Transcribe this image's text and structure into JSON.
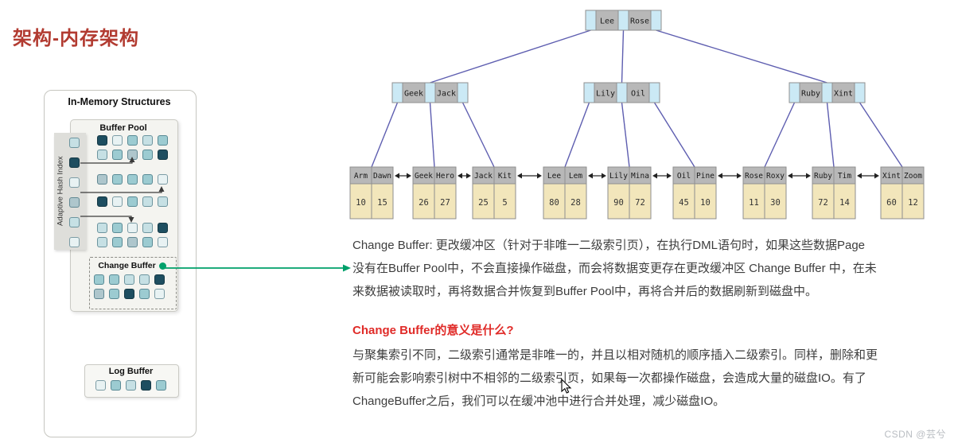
{
  "page": {
    "title": "架构-内存架构",
    "watermark": "CSDN @芸兮"
  },
  "colors": {
    "title-red": "#b23b31",
    "heading-red": "#e02b28",
    "body-text": "#3d3d3d",
    "accent-green": "#00a06a",
    "edge-purple": "#5e5eb0",
    "pointer-cell": "#cbe9f5",
    "key-cell": "#b8b8b8",
    "leaf-cell": "#f2e6bb",
    "watermark": "#b9bdc2",
    "sq-d": "#1e4e60",
    "sq-m": "#9ccbd1",
    "sq-l": "#c6e0e4",
    "sq-p": "#e8f2f3",
    "sq-g": "#aec6cc"
  },
  "memory_panel": {
    "title": "In-Memory Structures",
    "buffer_pool": {
      "label": "Buffer Pool",
      "rows": [
        [
          "d",
          "p",
          "m",
          "l",
          "m"
        ],
        [
          "l",
          "m",
          "g",
          "m",
          "d"
        ],
        [
          "g",
          "m",
          "m",
          "m",
          "p"
        ],
        [
          "d",
          "p",
          "m",
          "l",
          "l"
        ],
        [
          "l",
          "m",
          "p",
          "l",
          "d"
        ],
        [
          "l",
          "m",
          "g",
          "m",
          "p"
        ]
      ]
    },
    "adaptive_hash_index": {
      "label": "Adaptive Hash Index",
      "cells": [
        "l",
        "d",
        "p",
        "g",
        "l",
        "p"
      ]
    },
    "change_buffer": {
      "label": "Change Buffer",
      "rows": [
        [
          "m",
          "m",
          "l",
          "l",
          "d"
        ],
        [
          "g",
          "m",
          "d",
          "m",
          "p"
        ]
      ]
    },
    "log_buffer": {
      "label": "Log Buffer",
      "rows": [
        [
          "p",
          "m",
          "l",
          "d",
          "m"
        ]
      ]
    }
  },
  "tree": {
    "internal_nodes": [
      {
        "id": "root",
        "keys": [
          "Lee",
          "Rose"
        ]
      },
      {
        "id": "left",
        "keys": [
          "Geek",
          "Jack"
        ]
      },
      {
        "id": "middle",
        "keys": [
          "Lily",
          "Oil"
        ]
      },
      {
        "id": "right",
        "keys": [
          "Ruby",
          "Xint"
        ]
      }
    ],
    "leaf_nodes": [
      {
        "keys": [
          "Arm",
          "Dawn"
        ],
        "values": [
          "10",
          "15"
        ]
      },
      {
        "keys": [
          "Geek",
          "Hero"
        ],
        "values": [
          "26",
          "27"
        ]
      },
      {
        "keys": [
          "Jack",
          "Kit"
        ],
        "values": [
          "25",
          "5"
        ]
      },
      {
        "keys": [
          "Lee",
          "Lem"
        ],
        "values": [
          "80",
          "28"
        ]
      },
      {
        "keys": [
          "Lily",
          "Mina"
        ],
        "values": [
          "90",
          "72"
        ]
      },
      {
        "keys": [
          "Oil",
          "Pine"
        ],
        "values": [
          "45",
          "10"
        ]
      },
      {
        "keys": [
          "Rose",
          "Roxy"
        ],
        "values": [
          "11",
          "30"
        ]
      },
      {
        "keys": [
          "Ruby",
          "Tim"
        ],
        "values": [
          "72",
          "14"
        ]
      },
      {
        "keys": [
          "Xint",
          "Zoom"
        ],
        "values": [
          "60",
          "12"
        ]
      }
    ]
  },
  "text": {
    "change_buffer_paragraph": [
      "Change Buffer:  更改缓冲区（针对于非唯一二级索引页），在执行DML语句时，如果这些数据Page",
      "没有在Buffer Pool中，不会直接操作磁盘，而会将数据变更存在更改缓冲区 Change Buffer 中，在未",
      "来数据被读取时，再将数据合并恢复到Buffer Pool中，再将合并后的数据刷新到磁盘中。"
    ],
    "question_heading": "Change Buffer的意义是什么?",
    "answer_paragraph": [
      "与聚集索引不同，二级索引通常是非唯一的，并且以相对随机的顺序插入二级索引。同样，删除和更",
      "新可能会影响索引树中不相邻的二级索引页，如果每一次都操作磁盘，会造成大量的磁盘IO。有了",
      "ChangeBuffer之后，我们可以在缓冲池中进行合并处理，减少磁盘IO。"
    ]
  }
}
